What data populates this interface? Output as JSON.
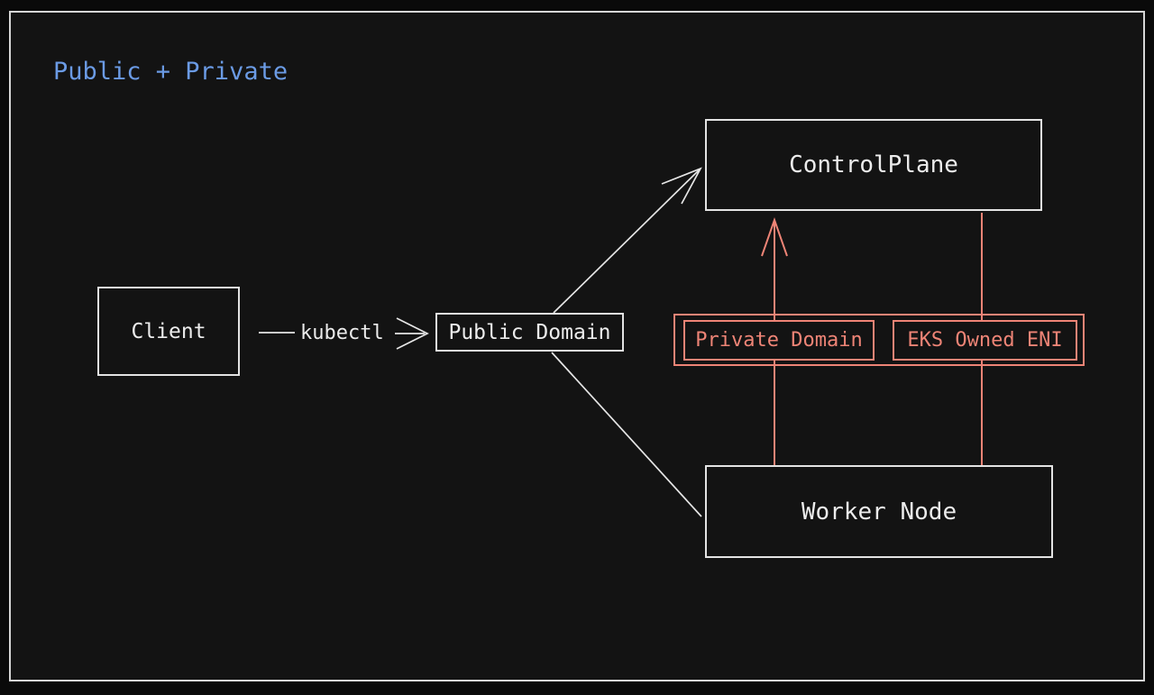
{
  "title": {
    "text": "Public + Private"
  },
  "diagram": {
    "nodes": {
      "client": {
        "label": "Client"
      },
      "public_domain": {
        "label": "Public Domain"
      },
      "control_plane": {
        "label": "ControlPlane"
      },
      "worker_node": {
        "label": "Worker Node"
      },
      "private_domain": {
        "label": "Private Domain"
      },
      "eks_owned_eni": {
        "label": "EKS Owned ENI"
      }
    },
    "edges": [
      {
        "from": "client",
        "to": "public_domain",
        "label": "kubectl",
        "color": "#e6e6e6",
        "arrowhead": "open"
      },
      {
        "from": "public_domain",
        "to": "control_plane",
        "label": "",
        "color": "#e6e6e6",
        "arrowhead": "open"
      },
      {
        "from": "public_domain",
        "to": "worker_node",
        "label": "",
        "color": "#e6e6e6",
        "arrowhead": "none"
      },
      {
        "from": "worker_node",
        "to": "control_plane",
        "through": "private_domain",
        "label": "",
        "color": "#ee8476",
        "arrowhead": "open"
      },
      {
        "from": "control_plane",
        "to": "worker_node",
        "through": "eks_owned_eni",
        "label": "",
        "color": "#ee8476",
        "arrowhead": "none"
      }
    ],
    "colors": {
      "title_blue": "#6b9be5",
      "stroke_white": "#e6e6e6",
      "accent_red": "#ee8476",
      "frame_border": "#d6d6d6",
      "background": "#131313"
    }
  }
}
